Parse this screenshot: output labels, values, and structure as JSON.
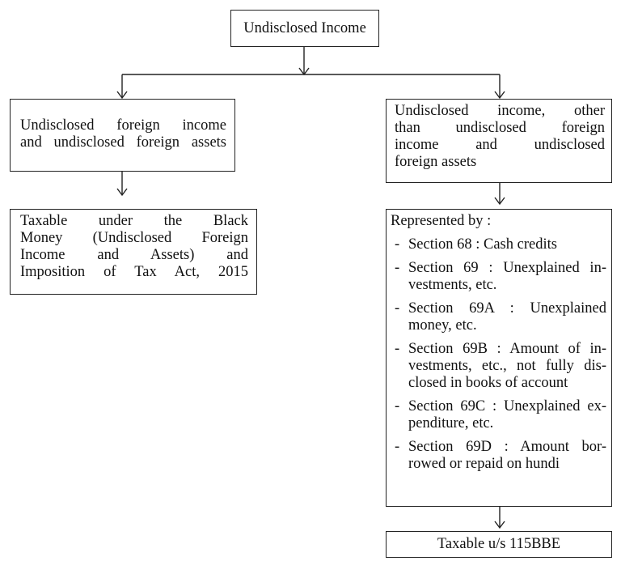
{
  "root": {
    "label": "Undisclosed Income"
  },
  "left": {
    "title_lines": [
      "Undisclosed foreign income",
      "and undisclosed foreign assets"
    ],
    "result_lines": [
      "Taxable under the Black",
      "Money (Undisclosed Foreign",
      "Income and Assets) and",
      "Imposition of Tax Act, 2015"
    ]
  },
  "right": {
    "title_lines": [
      "Undisclosed income, other",
      "than undisclosed foreign",
      "income and undisclosed",
      "foreign assets"
    ],
    "represented_by": "Represented by :",
    "dash": "-",
    "sections": [
      {
        "lines": [
          "Section 68 : Cash credits"
        ]
      },
      {
        "lines": [
          "Section 69 : Unexplained in-",
          "vestments, etc."
        ]
      },
      {
        "lines": [
          "Section 69A : Unexplained",
          "money, etc."
        ]
      },
      {
        "lines": [
          "Section 69B : Amount of in-",
          "vestments, etc., not fully dis-",
          "closed in books of account"
        ]
      },
      {
        "lines": [
          "Section 69C : Unexplained ex-",
          "penditure, etc."
        ]
      },
      {
        "lines": [
          "Section 69D : Amount bor-",
          "rowed or repaid on hundi"
        ]
      }
    ],
    "final": "Taxable u/s 115BBE"
  }
}
